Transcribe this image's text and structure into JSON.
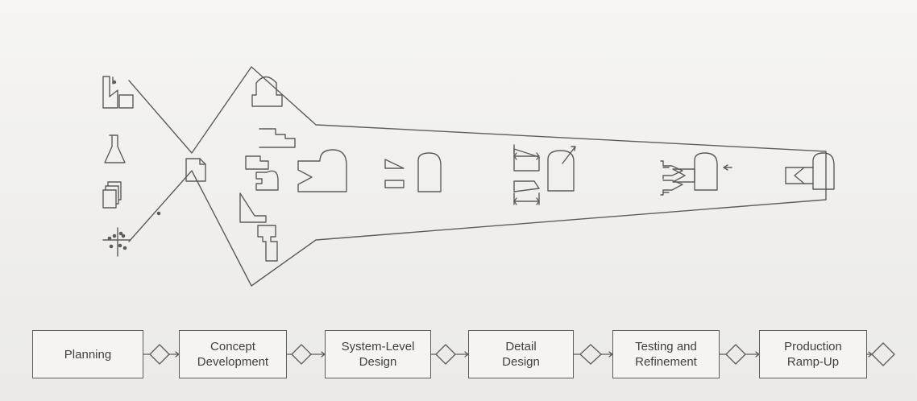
{
  "process": {
    "stages": [
      {
        "label": "Planning"
      },
      {
        "label": "Concept\nDevelopment"
      },
      {
        "label": "System-Level\nDesign"
      },
      {
        "label": "Detail\nDesign"
      },
      {
        "label": "Testing and\nRefinement"
      },
      {
        "label": "Production\nRamp-Up"
      }
    ],
    "gate_count": 6
  },
  "colors": {
    "line": "#5c5c5c",
    "box_fill": "#f5f4f2",
    "text": "#3f3f3f",
    "background": "#f1f0ee"
  },
  "icons": [
    "factory-icon",
    "flask-icon",
    "document-stack-icon",
    "scatter-plot-icon",
    "document-icon",
    "concept-sketch-icon",
    "part-profile-icon",
    "part-assembly-icon",
    "dimensioned-part-icon",
    "tested-part-icon",
    "final-part-icon"
  ]
}
